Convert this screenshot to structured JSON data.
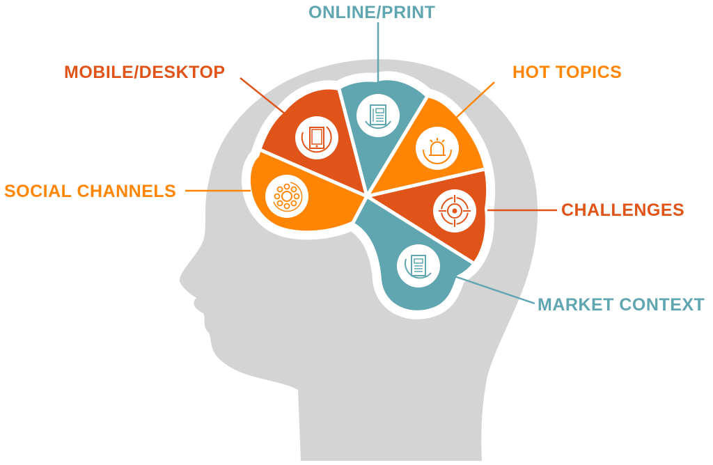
{
  "colors": {
    "head": "#d4d4d4",
    "orange_red": "#e05419",
    "orange": "#ff8503",
    "teal": "#5fa6b0"
  },
  "segments": [
    {
      "label": "ONLINE/PRINT",
      "icon": "newspaper-icon",
      "color": "#5fa6b0"
    },
    {
      "label": "MOBILE/DESKTOP",
      "icon": "tablet-icon",
      "color": "#e05419"
    },
    {
      "label": "HOT TOPICS",
      "icon": "alarm-light-icon",
      "color": "#ff8503"
    },
    {
      "label": "SOCIAL CHANNELS",
      "icon": "network-icon",
      "color": "#ff8503"
    },
    {
      "label": "CHALLENGES",
      "icon": "target-icon",
      "color": "#e05419"
    },
    {
      "label": "MARKET CONTEXT",
      "icon": "document-icon",
      "color": "#5fa6b0"
    }
  ]
}
